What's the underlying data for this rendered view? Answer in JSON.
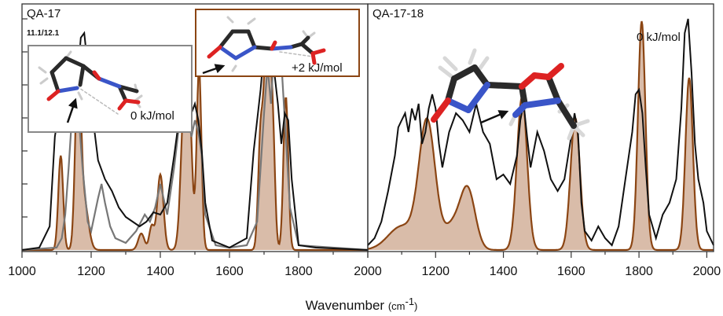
{
  "chart_data": [
    {
      "type": "line",
      "title": "QA-17",
      "subtitle": "11.1/12.1",
      "xlabel": "Wavenumber (cm-1)",
      "xlim": [
        1000,
        2000
      ],
      "ylim": [
        0,
        1.0
      ],
      "xticks": [
        1000,
        1200,
        1400,
        1600,
        1800,
        2000
      ],
      "grid": false,
      "annotations": [
        "0 kJ/mol",
        "+2 kJ/mol"
      ],
      "series": [
        {
          "role": "experiment",
          "color": "#111111",
          "x": [
            1000,
            1050,
            1080,
            1095,
            1110,
            1125,
            1140,
            1150,
            1160,
            1170,
            1180,
            1190,
            1200,
            1210,
            1220,
            1240,
            1260,
            1280,
            1300,
            1320,
            1340,
            1360,
            1380,
            1400,
            1420,
            1440,
            1460,
            1470,
            1480,
            1490,
            1500,
            1510,
            1520,
            1530,
            1550,
            1600,
            1650,
            1670,
            1690,
            1700,
            1710,
            1720,
            1730,
            1740,
            1750,
            1760,
            1770,
            1780,
            1800,
            1850,
            2000
          ],
          "y": [
            0.0,
            0.01,
            0.1,
            0.48,
            0.62,
            0.65,
            0.55,
            0.62,
            0.72,
            0.9,
            0.92,
            0.78,
            0.7,
            0.5,
            0.38,
            0.3,
            0.25,
            0.18,
            0.14,
            0.12,
            0.1,
            0.12,
            0.16,
            0.15,
            0.2,
            0.4,
            0.62,
            0.7,
            0.6,
            0.58,
            0.62,
            0.55,
            0.42,
            0.2,
            0.04,
            0.01,
            0.05,
            0.42,
            0.68,
            0.85,
            0.98,
            0.92,
            0.75,
            0.62,
            0.45,
            0.58,
            0.55,
            0.3,
            0.02,
            0.01,
            0.0
          ]
        },
        {
          "role": "calculated (+2 kJ/mol conformer)",
          "color": "#777777",
          "x": [
            1000,
            1100,
            1115,
            1125,
            1135,
            1145,
            1155,
            1165,
            1175,
            1190,
            1200,
            1220,
            1230,
            1240,
            1255,
            1270,
            1300,
            1330,
            1355,
            1370,
            1385,
            1400,
            1420,
            1440,
            1460,
            1470,
            1480,
            1490,
            1500,
            1510,
            1520,
            1530,
            1560,
            1600,
            1650,
            1680,
            1700,
            1710,
            1720,
            1730,
            1740,
            1750,
            1760,
            1775,
            1800,
            2000
          ],
          "y": [
            0.0,
            0.01,
            0.05,
            0.15,
            0.35,
            0.58,
            0.68,
            0.55,
            0.35,
            0.12,
            0.08,
            0.22,
            0.28,
            0.2,
            0.1,
            0.05,
            0.03,
            0.08,
            0.15,
            0.12,
            0.18,
            0.28,
            0.15,
            0.35,
            0.6,
            0.7,
            0.58,
            0.48,
            0.55,
            0.5,
            0.4,
            0.15,
            0.02,
            0.01,
            0.02,
            0.12,
            0.58,
            0.78,
            0.62,
            0.88,
            0.95,
            0.8,
            0.55,
            0.18,
            0.02,
            0.0
          ]
        },
        {
          "role": "calculated (0 kJ/mol conformer)",
          "color": "#8b4513",
          "fill": "#d9bca9",
          "peaks": [
            {
              "x": 1112,
              "y": 0.4,
              "width": 7
            },
            {
              "x": 1162,
              "y": 0.77,
              "width": 8
            },
            {
              "x": 1180,
              "y": 0.2,
              "width": 12
            },
            {
              "x": 1345,
              "y": 0.07,
              "width": 9
            },
            {
              "x": 1375,
              "y": 0.1,
              "width": 7
            },
            {
              "x": 1400,
              "y": 0.32,
              "width": 9
            },
            {
              "x": 1470,
              "y": 0.65,
              "width": 10
            },
            {
              "x": 1485,
              "y": 0.45,
              "width": 8
            },
            {
              "x": 1512,
              "y": 0.77,
              "width": 7
            },
            {
              "x": 1690,
              "y": 0.48,
              "width": 7
            },
            {
              "x": 1708,
              "y": 0.93,
              "width": 8
            },
            {
              "x": 1724,
              "y": 0.55,
              "width": 7
            },
            {
              "x": 1763,
              "y": 0.65,
              "width": 7
            }
          ]
        }
      ]
    },
    {
      "type": "line",
      "title": "QA-17-18",
      "xlabel": "Wavenumber (cm-1)",
      "xlim": [
        1000,
        2020
      ],
      "ylim": [
        0,
        1.0
      ],
      "xticks": [
        1000,
        1200,
        1400,
        1600,
        1800,
        2000
      ],
      "grid": false,
      "annotations": [
        "0 kJ/mol"
      ],
      "series": [
        {
          "role": "experiment",
          "color": "#111111",
          "x": [
            1000,
            1020,
            1040,
            1060,
            1080,
            1090,
            1100,
            1110,
            1120,
            1130,
            1140,
            1150,
            1160,
            1170,
            1180,
            1190,
            1200,
            1210,
            1220,
            1240,
            1260,
            1280,
            1300,
            1320,
            1340,
            1360,
            1380,
            1400,
            1420,
            1440,
            1450,
            1460,
            1470,
            1480,
            1500,
            1520,
            1540,
            1560,
            1580,
            1600,
            1610,
            1620,
            1630,
            1640,
            1660,
            1680,
            1700,
            1720,
            1740,
            1760,
            1780,
            1790,
            1800,
            1810,
            1820,
            1830,
            1850,
            1870,
            1890,
            1910,
            1925,
            1935,
            1945,
            1955,
            1965,
            1975,
            1990,
            2000,
            2020
          ],
          "y": [
            0.02,
            0.05,
            0.12,
            0.25,
            0.4,
            0.52,
            0.55,
            0.58,
            0.5,
            0.6,
            0.55,
            0.62,
            0.45,
            0.5,
            0.6,
            0.66,
            0.6,
            0.45,
            0.35,
            0.5,
            0.58,
            0.55,
            0.5,
            0.62,
            0.5,
            0.45,
            0.3,
            0.32,
            0.28,
            0.4,
            0.55,
            0.62,
            0.48,
            0.35,
            0.5,
            0.42,
            0.3,
            0.25,
            0.3,
            0.48,
            0.58,
            0.5,
            0.2,
            0.08,
            0.04,
            0.1,
            0.05,
            0.02,
            0.1,
            0.3,
            0.5,
            0.66,
            0.68,
            0.58,
            0.35,
            0.15,
            0.05,
            0.15,
            0.2,
            0.3,
            0.6,
            0.92,
            0.98,
            0.75,
            0.45,
            0.3,
            0.2,
            0.08,
            0.02
          ]
        },
        {
          "role": "calculated (0 kJ/mol conformer)",
          "color": "#8b4513",
          "fill": "#d9bca9",
          "peaks": [
            {
              "x": 1100,
              "y": 0.1,
              "width": 40
            },
            {
              "x": 1175,
              "y": 0.54,
              "width": 24
            },
            {
              "x": 1250,
              "y": 0.1,
              "width": 25
            },
            {
              "x": 1295,
              "y": 0.25,
              "width": 22
            },
            {
              "x": 1455,
              "y": 0.65,
              "width": 15
            },
            {
              "x": 1612,
              "y": 0.56,
              "width": 14
            },
            {
              "x": 1808,
              "y": 0.97,
              "width": 11
            },
            {
              "x": 1948,
              "y": 0.73,
              "width": 11
            }
          ]
        }
      ]
    }
  ],
  "axis": {
    "xlabel_main": "Wavenumber",
    "xlabel_unit_open": "(cm",
    "xlabel_unit_sup": "-1",
    "xlabel_unit_close": ")"
  },
  "colors": {
    "frame": "#333333",
    "experiment": "#111111",
    "calc_gray": "#777777",
    "calc_brown": "#8b4513",
    "calc_fill": "#d9bca9",
    "inset_gray_border": "#888888",
    "inset_brown_border": "#8b4513",
    "atom_carbon": "#2a2a2a",
    "atom_nitrogen": "#3a55c8",
    "atom_oxygen": "#dd2222",
    "atom_hydrogen": "#e4e4e4"
  },
  "icons": [
    "molecule-structure",
    "arrow-icon"
  ]
}
